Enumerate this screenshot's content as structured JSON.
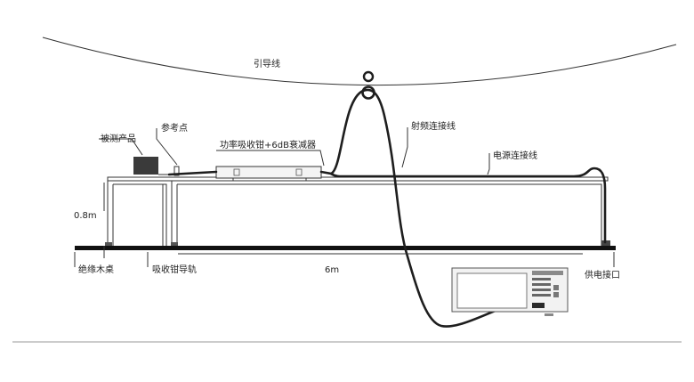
{
  "labels": {
    "lead_wire": "引导线",
    "rf_cable": "射频连接线",
    "ref_point": "参考点",
    "product": "被测产品",
    "clamp": "功率吸收钳+6dB衰减器",
    "power_cable": "电源连接线",
    "height": "0.8m",
    "table": "绝缘木桌",
    "rail": "吸收钳导轨",
    "length": "6m",
    "supply": "供电接口"
  }
}
